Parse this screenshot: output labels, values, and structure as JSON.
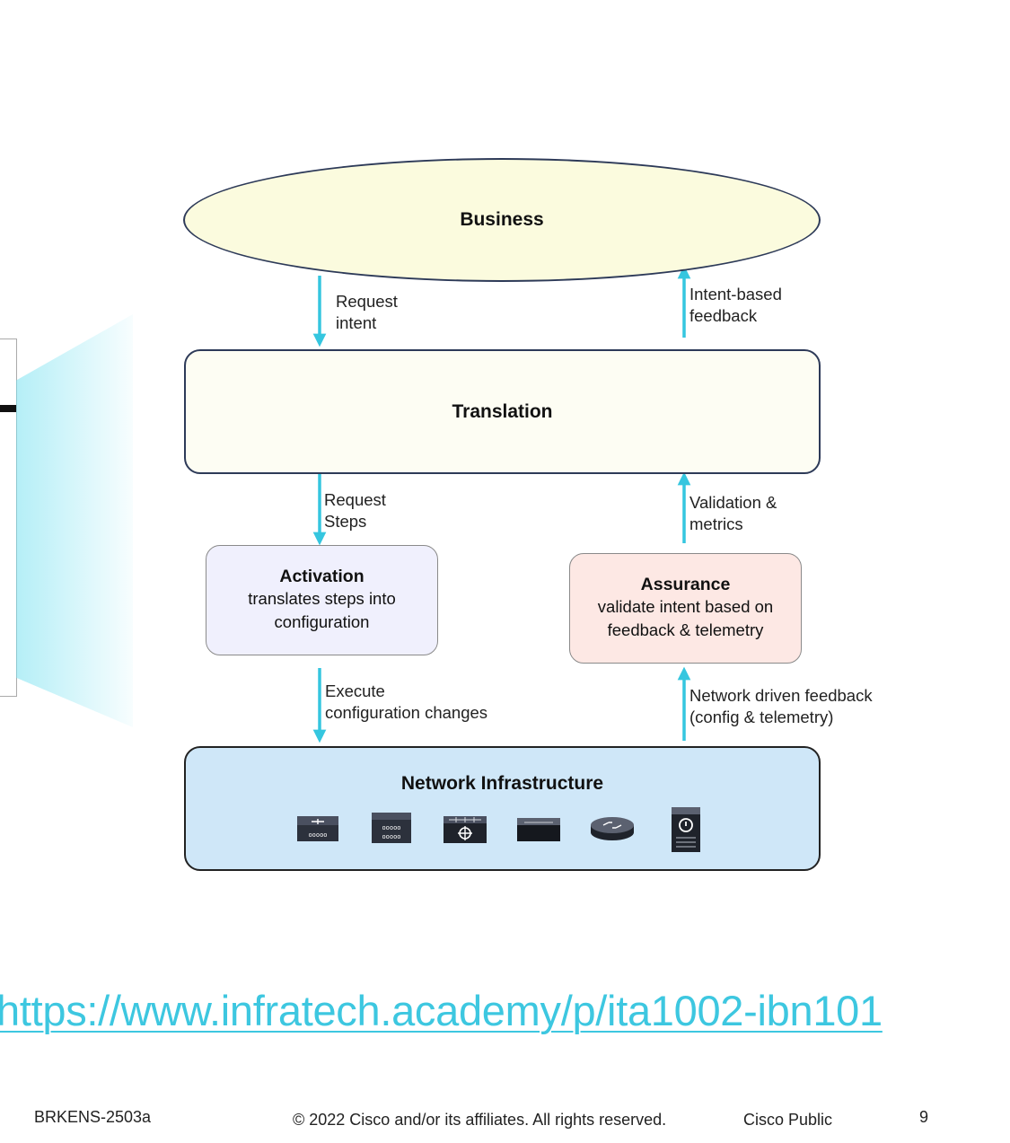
{
  "diagram": {
    "business": {
      "title": "Business"
    },
    "translation": {
      "title": "Translation"
    },
    "activation": {
      "title": "Activation",
      "description": "translates steps into configuration"
    },
    "assurance": {
      "title": "Assurance",
      "description": "validate intent based on feedback & telemetry"
    },
    "network": {
      "title": "Network Infrastructure"
    },
    "arrows": {
      "request_intent": [
        "Request",
        "intent"
      ],
      "intent_feedback": [
        "Intent-based",
        "feedback"
      ],
      "request_steps": [
        "Request",
        "Steps"
      ],
      "validation_metrics": [
        "Validation &",
        "metrics"
      ],
      "execute_changes": [
        "Execute",
        "configuration changes"
      ],
      "network_feedback": [
        "Network driven feedback",
        "(config & telemetry)"
      ]
    },
    "device_icons": [
      "switch-icon",
      "switch-stack-icon",
      "firewall-icon",
      "access-switch-icon",
      "router-icon",
      "security-appliance-icon"
    ]
  },
  "link": {
    "url": "https://www.infratech.academy/p/ita1002-ibn101"
  },
  "footer": {
    "session_id": "BRKENS-2503a",
    "copyright": "© 2022  Cisco and/or its affiliates. All rights reserved.",
    "classification": "Cisco Public",
    "page_number": "9"
  },
  "colors": {
    "arrow": "#35c6df",
    "business_fill": "#fbfbde",
    "translation_fill": "#fdfdf3",
    "activation_fill": "#f0f0fd",
    "assurance_fill": "#fde8e4",
    "network_fill": "#cfe7f8",
    "link": "#3dc7e0"
  }
}
